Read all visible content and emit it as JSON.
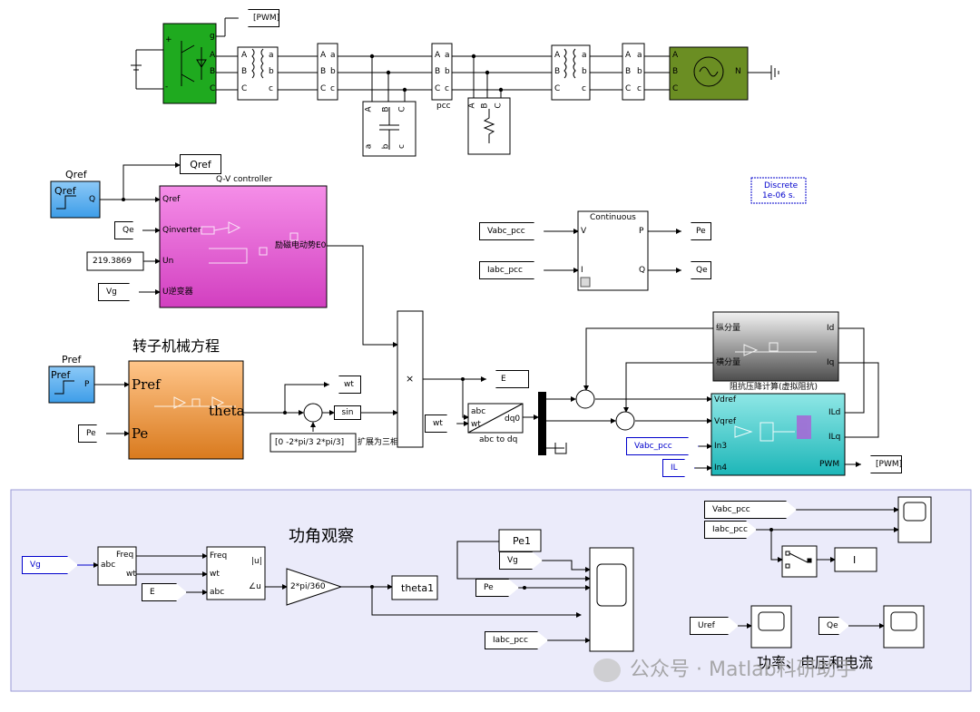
{
  "power_circuit": {
    "pwm_goto": "[PWM]",
    "pcc_label": "pcc",
    "port_labels": [
      "A",
      "B",
      "C",
      "a",
      "b",
      "c",
      "g",
      "+",
      "-"
    ],
    "neutral_label": "N"
  },
  "solver": {
    "line1": "Discrete",
    "line2": "1e-06 s."
  },
  "qv": {
    "qref_goto": "Qref",
    "qref_step_title": "Qref",
    "qref_step_block": "Qref",
    "qref_step_port": "Q",
    "controller_title": "Q-V controller",
    "in_qref": "Qref",
    "in_qinverter": "Qinverter",
    "in_un": "Un",
    "in_u": "U逆变器",
    "out_e0": "励磁电动势E0",
    "qe_from": "Qe",
    "un_const": "219.3869",
    "vg_from": "Vg"
  },
  "power_meas": {
    "title": "Continuous",
    "in_v": "V",
    "in_i": "I",
    "out_p": "P",
    "out_q": "Q",
    "vabc_from": "Vabc_pcc",
    "iabc_from": "Iabc_pcc",
    "pe_goto": "Pe",
    "qe_goto": "Qe"
  },
  "rotor": {
    "chinese_title": "转子机械方程",
    "pref_step_title": "Pref",
    "pref_step_block": "Pref",
    "pref_step_port": "P",
    "in_pref": "Pref",
    "in_pe": "Pe",
    "out_theta": "theta",
    "pe_from": "Pe"
  },
  "theta_path": {
    "wt_goto": "wt",
    "sin_label": "sin",
    "phase_const": "[0 -2*pi/3 2*pi/3]",
    "expand_label": "扩展为三相",
    "mult_symbol": "×",
    "e_goto": "E",
    "wt_from": "wt",
    "abc_dq_in_abc": "abc",
    "abc_dq_in_wt": "wt",
    "abc_dq_out": "dq0",
    "abc_dq_caption": "abc to dq"
  },
  "impedance": {
    "gray_in_d": "纵分量",
    "gray_in_q": "横分量",
    "gray_out_d": "Id",
    "gray_out_q": "Iq",
    "gray_caption": "阻抗压降计算(虚拟阻抗)",
    "cyan_in_vdref": "Vdref",
    "cyan_in_vqref": "Vqref",
    "cyan_in3": "In3",
    "cyan_in4": "In4",
    "cyan_out_ild": "ILd",
    "cyan_out_ilq": "ILq",
    "cyan_out_pwm": "PWM",
    "vabc_from": "Vabc_pcc",
    "il_from": "IL",
    "pwm_goto": "[PWM]"
  },
  "observe": {
    "title": "功角观察",
    "vg_in": "Vg",
    "pll_port_abc": "abc",
    "pll_port_freq": "Freq",
    "pll_port_wt": "wt",
    "seq_in_freq": "Freq",
    "seq_in_wt": "wt",
    "seq_in_abc": "abc",
    "seq_out_mag": "|u|",
    "seq_out_ang": "∠u",
    "e_from": "E",
    "gain_label": "2*pi/360",
    "theta1_goto": "theta1",
    "pe1_from": "Pe1",
    "vg_from": "Vg",
    "pe_from": "Pe",
    "iabc_from": "Iabc_pcc",
    "vabc_from2": "Vabc_pcc",
    "iabc_from2": "Iabc_pcc",
    "i_goto": "I",
    "uref_from": "Uref",
    "qe_from": "Qe",
    "footer_label": "功率、电压和电流"
  },
  "watermark": {
    "text": "公众号 · Matlab科研助手"
  },
  "colors": {
    "green": "#1faa1f",
    "olive": "#6b8e23",
    "blue_step": "#5aaff0",
    "magenta": "#ea5fd8",
    "orange": "#f2a24e",
    "gray": "#8c8c8c",
    "cyan": "#33c4c6",
    "panel_bg": "#ebebfa",
    "solver_blue": "#0000cc"
  }
}
